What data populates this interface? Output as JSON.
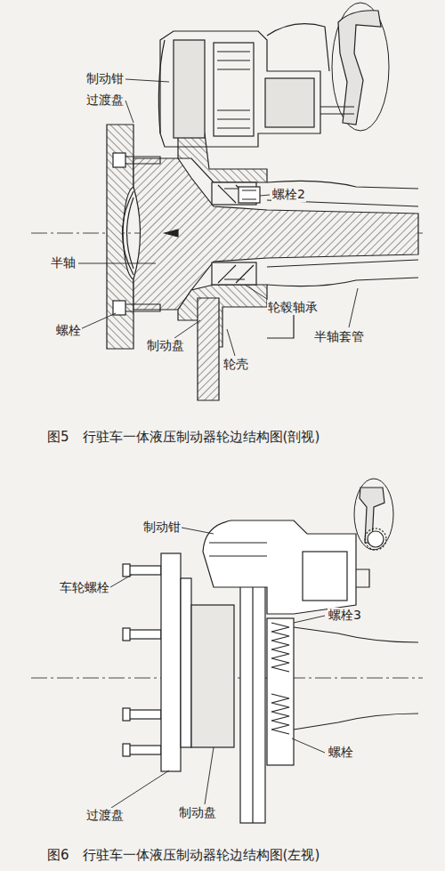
{
  "diagram": {
    "labels": [
      "制动钳",
      "过渡盘",
      "螺栓2",
      "半轴",
      "轮毂轴承",
      "螺栓",
      "半轴套管",
      "制动盘",
      "轮壳",
      "图5　行驻车一体液压制动器轮边结构图(剖视)",
      "制动钳",
      "车轮螺栓",
      "螺栓3",
      "螺栓",
      "过渡盘",
      "制动盘",
      "图6　行驻车一体液压制动器轮边结构图(左视)"
    ]
  }
}
